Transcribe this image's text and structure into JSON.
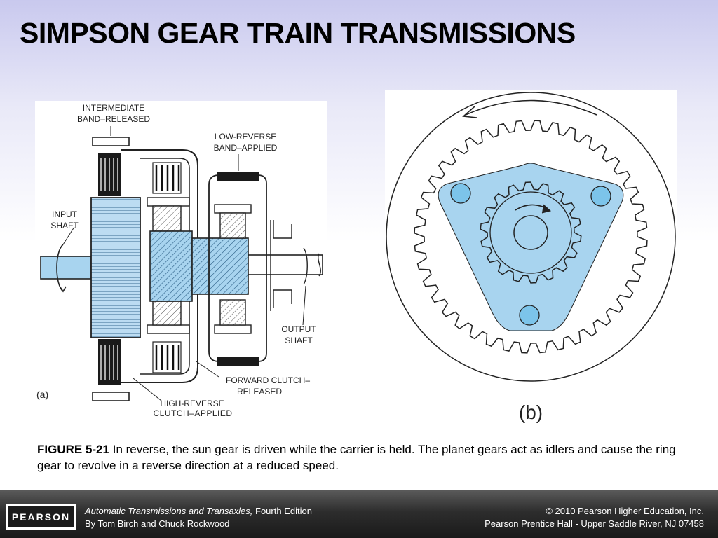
{
  "slide": {
    "title": "SIMPSON GEAR TRAIN TRANSMISSIONS"
  },
  "figure_a": {
    "labels": {
      "intermediate_1": "INTERMEDIATE",
      "intermediate_2": "BAND–RELEASED",
      "low_reverse_1": "LOW-REVERSE",
      "low_reverse_2": "BAND–APPLIED",
      "input_1": "INPUT",
      "input_2": "SHAFT",
      "output_1": "OUTPUT",
      "output_2": "SHAFT",
      "forward_1": "FORWARD CLUTCH–",
      "forward_2": "RELEASED",
      "high_reverse_1": "HIGH-REVERSE",
      "high_reverse_2": "CLUTCH–APPLIED",
      "panel": "(a)"
    }
  },
  "figure_b": {
    "panel": "(b)"
  },
  "caption": {
    "figure_number": "FIGURE 5-21",
    "text": "In reverse, the sun gear is driven while the carrier is held. The planet gears act as idlers and cause the ring gear to revolve in a reverse direction at a reduced speed."
  },
  "footer": {
    "logo": "PEARSON",
    "book_title": "Automatic Transmissions and Transaxles,",
    "edition": "Fourth Edition",
    "authors": "By Tom Birch and Chuck Rockwood",
    "copyright": "© 2010 Pearson Higher Education, Inc.",
    "publisher": "Pearson Prentice Hall - Upper Saddle River, NJ 07458"
  },
  "colors": {
    "accent_blue": "#a8d4ef",
    "planet_blue": "#7cc4ea",
    "line": "#222222"
  }
}
